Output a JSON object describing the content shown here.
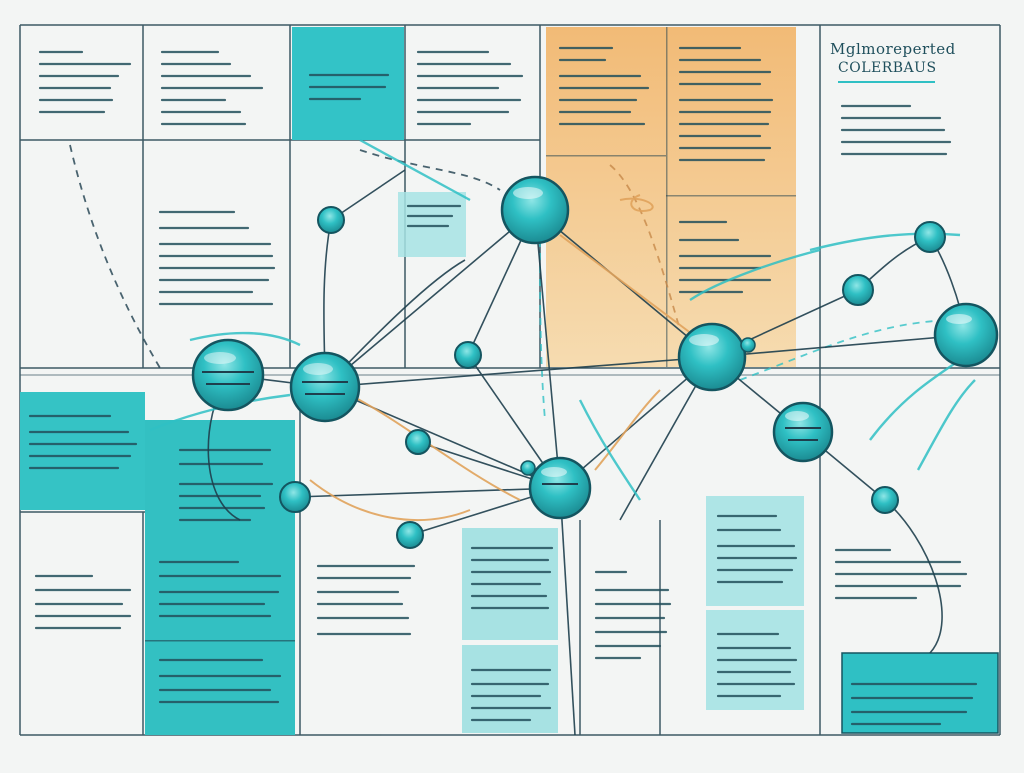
{
  "title": {
    "line1": "Mglmoreperted",
    "line2": "COLERBAUS"
  },
  "colors": {
    "teal": "#2fc0c4",
    "teal_light": "#a6e3e4",
    "teal_dark": "#145560",
    "orange": "#f3c283",
    "ink": "#1e3f4d",
    "paper": "#f3f5f4"
  },
  "node_style": "glossy-teal-sphere",
  "panel_style": "scribbled-text-blocks"
}
